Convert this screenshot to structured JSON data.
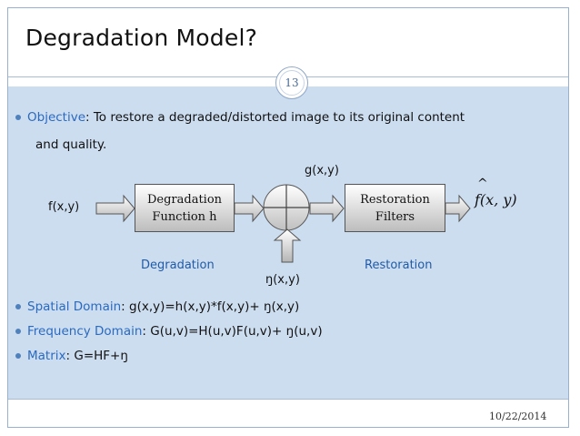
{
  "slide": {
    "title": "Degradation Model?",
    "page_number": "13",
    "date": "10/22/2014"
  },
  "bullets": [
    {
      "key": "Objective",
      "text": ": To restore a degraded/distorted image to its original content",
      "text2": "and quality."
    },
    {
      "key": "Spatial Domain",
      "text": ": g(x,y)=h(x,y)*f(x,y)+ ŋ(x,y)"
    },
    {
      "key": "Frequency Domain",
      "text": ": G(u,v)=H(u,v)F(u,v)+ ŋ(u,v)"
    },
    {
      "key": "Matrix",
      "text": ": G=HF+ŋ"
    }
  ],
  "diagram": {
    "input_label": "f(x,y)",
    "sum_output_label": "g(x,y)",
    "noise_label": "ŋ(x,y)",
    "degradation_box": {
      "line1": "Degradation",
      "line2": "Function h"
    },
    "restoration_box": {
      "line1": "Restoration",
      "line2": "Filters"
    },
    "output_label": "f(x, y)",
    "output_hat": "^",
    "stage_left": "Degradation",
    "stage_right": "Restoration"
  },
  "colors": {
    "accent": "#4f81bd",
    "highlight_text": "#2a6ac0",
    "content_background": "#cdddf0"
  }
}
